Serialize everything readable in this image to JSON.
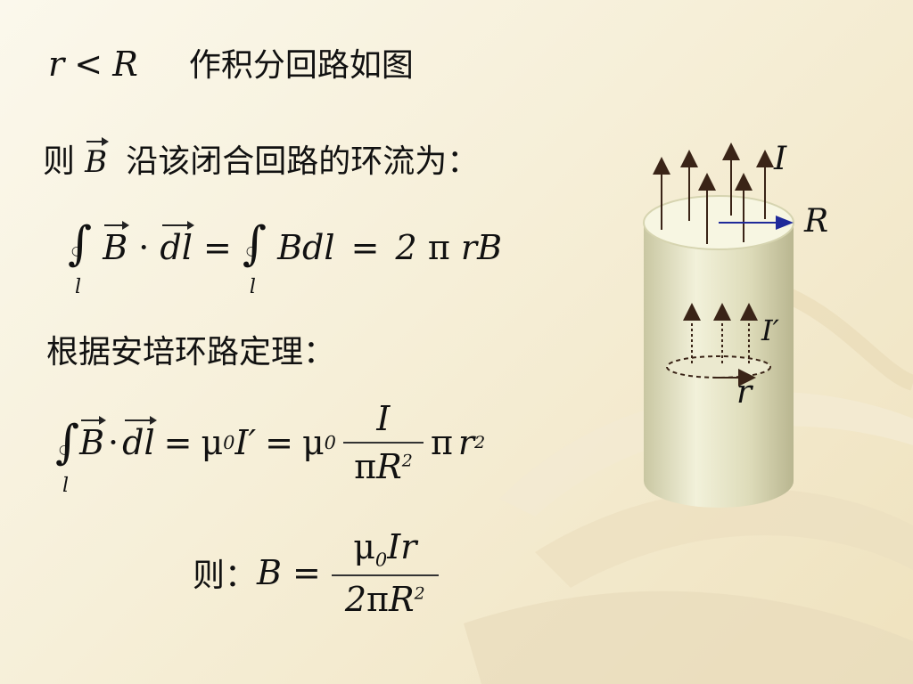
{
  "line1": {
    "cond_r": "r",
    "cond_lt": "<",
    "cond_R": "R",
    "text": "作积分回路如图"
  },
  "line2": {
    "ze": "则",
    "B": "B",
    "text": "沿该闭合回路的环流为："
  },
  "eq1": {
    "int_sub": "l",
    "B": "B",
    "dot": "·",
    "dl": "dl",
    "eq": "=",
    "int_sub2": "l",
    "Bdl": "Bdl",
    "eq2": "=",
    "two": "2",
    "pi": "π",
    "rB": "rB"
  },
  "line3": {
    "text": "根据安培环路定理："
  },
  "eq2": {
    "int_sub": "l",
    "B": "B",
    "dot": "·",
    "dl": "dl",
    "eq": "=",
    "mu": "μ",
    "mu_sub": "0",
    "Iprime": "I′",
    "eq2": "=",
    "mu2": "μ",
    "mu2_sub": "0",
    "num": "I",
    "den_pi": "π",
    "den_R": "R",
    "den_exp": "2",
    "pi": "π",
    "r": "r",
    "r_exp": "2"
  },
  "eq3": {
    "ze": "则：",
    "B": "B",
    "eq": "=",
    "num_mu": "μ",
    "num_sub": "0",
    "num_Ir": "Ir",
    "den_two": "2",
    "den_pi": "π",
    "den_R": "R",
    "den_exp": "2"
  },
  "figure": {
    "label_I": "I",
    "label_R": "R",
    "label_Iprime": "I′",
    "label_r": "r",
    "cylinder_color": "#e7e6c2",
    "arrow_color": "#3a2417",
    "radius_color": "#1f2a9a"
  }
}
